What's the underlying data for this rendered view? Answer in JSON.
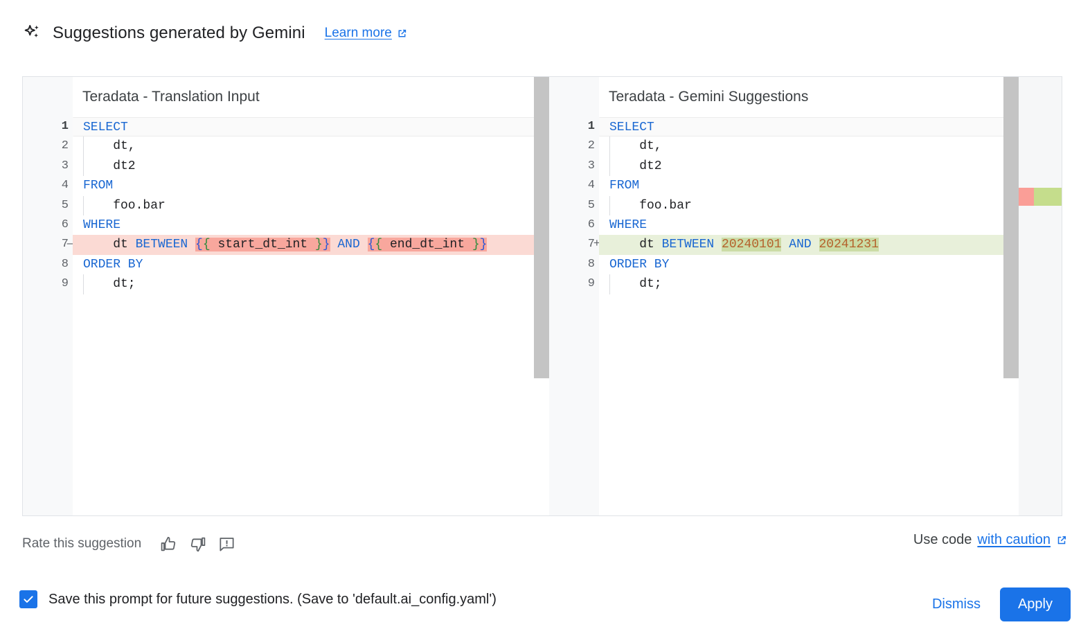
{
  "header": {
    "icon": "sparkle-icon",
    "title": "Suggestions generated by Gemini",
    "learn_more": "Learn more",
    "learn_more_icon": "external-link-icon"
  },
  "diff": {
    "left": {
      "title": "Teradata - Translation Input",
      "lines": [
        {
          "n": "1",
          "sign": "",
          "state": "normal",
          "indent": false,
          "current": true,
          "tokens": [
            {
              "t": "SELECT",
              "c": "kw"
            }
          ]
        },
        {
          "n": "2",
          "sign": "",
          "state": "normal",
          "indent": true,
          "current": false,
          "tokens": [
            {
              "t": "    dt,",
              "c": "plain"
            }
          ]
        },
        {
          "n": "3",
          "sign": "",
          "state": "normal",
          "indent": true,
          "current": false,
          "tokens": [
            {
              "t": "    dt2",
              "c": "plain"
            }
          ]
        },
        {
          "n": "4",
          "sign": "",
          "state": "normal",
          "indent": false,
          "current": false,
          "tokens": [
            {
              "t": "FROM",
              "c": "kw"
            }
          ]
        },
        {
          "n": "5",
          "sign": "",
          "state": "normal",
          "indent": true,
          "current": false,
          "tokens": [
            {
              "t": "    foo.bar",
              "c": "plain"
            }
          ]
        },
        {
          "n": "6",
          "sign": "",
          "state": "normal",
          "indent": false,
          "current": false,
          "tokens": [
            {
              "t": "WHERE",
              "c": "kw"
            }
          ]
        },
        {
          "n": "7",
          "sign": "—",
          "state": "removed",
          "indent": false,
          "current": false,
          "tokens": [
            {
              "t": "    dt ",
              "c": "plain"
            },
            {
              "t": "BETWEEN ",
              "c": "kw"
            },
            {
              "t": "{",
              "c": "br-b hl-del"
            },
            {
              "t": "{",
              "c": "br-g hl-del"
            },
            {
              "t": " start_dt_int ",
              "c": "plain hl-del"
            },
            {
              "t": "}",
              "c": "br-g hl-del"
            },
            {
              "t": "}",
              "c": "br-b hl-del"
            },
            {
              "t": " ",
              "c": "plain"
            },
            {
              "t": "AND",
              "c": "kw"
            },
            {
              "t": " ",
              "c": "plain"
            },
            {
              "t": "{",
              "c": "br-b hl-del"
            },
            {
              "t": "{",
              "c": "br-g hl-del"
            },
            {
              "t": " end_dt_int ",
              "c": "plain hl-del"
            },
            {
              "t": "}",
              "c": "br-g hl-del"
            },
            {
              "t": "}",
              "c": "br-b hl-del"
            }
          ]
        },
        {
          "n": "8",
          "sign": "",
          "state": "normal",
          "indent": false,
          "current": false,
          "tokens": [
            {
              "t": "ORDER BY",
              "c": "kw"
            }
          ]
        },
        {
          "n": "9",
          "sign": "",
          "state": "normal",
          "indent": true,
          "current": false,
          "tokens": [
            {
              "t": "    dt;",
              "c": "plain"
            }
          ]
        }
      ]
    },
    "right": {
      "title": "Teradata - Gemini Suggestions",
      "lines": [
        {
          "n": "1",
          "sign": "",
          "state": "normal",
          "indent": false,
          "current": true,
          "tokens": [
            {
              "t": "SELECT",
              "c": "kw"
            }
          ]
        },
        {
          "n": "2",
          "sign": "",
          "state": "normal",
          "indent": true,
          "current": false,
          "tokens": [
            {
              "t": "    dt,",
              "c": "plain"
            }
          ]
        },
        {
          "n": "3",
          "sign": "",
          "state": "normal",
          "indent": true,
          "current": false,
          "tokens": [
            {
              "t": "    dt2",
              "c": "plain"
            }
          ]
        },
        {
          "n": "4",
          "sign": "",
          "state": "normal",
          "indent": false,
          "current": false,
          "tokens": [
            {
              "t": "FROM",
              "c": "kw"
            }
          ]
        },
        {
          "n": "5",
          "sign": "",
          "state": "normal",
          "indent": true,
          "current": false,
          "tokens": [
            {
              "t": "    foo.bar",
              "c": "plain"
            }
          ]
        },
        {
          "n": "6",
          "sign": "",
          "state": "normal",
          "indent": false,
          "current": false,
          "tokens": [
            {
              "t": "WHERE",
              "c": "kw"
            }
          ]
        },
        {
          "n": "7",
          "sign": "+",
          "state": "added",
          "indent": false,
          "current": false,
          "tokens": [
            {
              "t": "    dt ",
              "c": "plain"
            },
            {
              "t": "BETWEEN ",
              "c": "kw"
            },
            {
              "t": "20240101",
              "c": "num hl-add"
            },
            {
              "t": " ",
              "c": "plain"
            },
            {
              "t": "AND",
              "c": "kw"
            },
            {
              "t": " ",
              "c": "plain"
            },
            {
              "t": "20241231",
              "c": "num hl-add"
            }
          ]
        },
        {
          "n": "8",
          "sign": "",
          "state": "normal",
          "indent": false,
          "current": false,
          "tokens": [
            {
              "t": "ORDER BY",
              "c": "kw"
            }
          ]
        },
        {
          "n": "9",
          "sign": "",
          "state": "normal",
          "indent": true,
          "current": false,
          "tokens": [
            {
              "t": "    dt;",
              "c": "plain"
            }
          ]
        }
      ]
    }
  },
  "rate": {
    "label": "Rate this suggestion",
    "thumb_up_icon": "thumb-up-icon",
    "thumb_down_icon": "thumb-down-icon",
    "report_icon": "feedback-report-icon"
  },
  "caution": {
    "prefix": "Use code",
    "link": "with caution",
    "link_icon": "external-link-icon"
  },
  "footer": {
    "checkbox_checked": true,
    "checkbox_label": "Save this prompt for future suggestions. (Save to 'default.ai_config.yaml')",
    "dismiss_label": "Dismiss",
    "apply_label": "Apply"
  },
  "colors": {
    "accent_blue": "#1a73e8",
    "keyword_blue": "#1967d2",
    "number_orange": "#b4612b",
    "diff_removed_bg": "#fbdad4",
    "diff_removed_hl": "#f8a79d",
    "diff_added_bg": "#e8f0da",
    "diff_added_hl": "#cbdca6",
    "gutter_bg": "#f8f9fa",
    "scrollbar": "#c4c4c4"
  }
}
